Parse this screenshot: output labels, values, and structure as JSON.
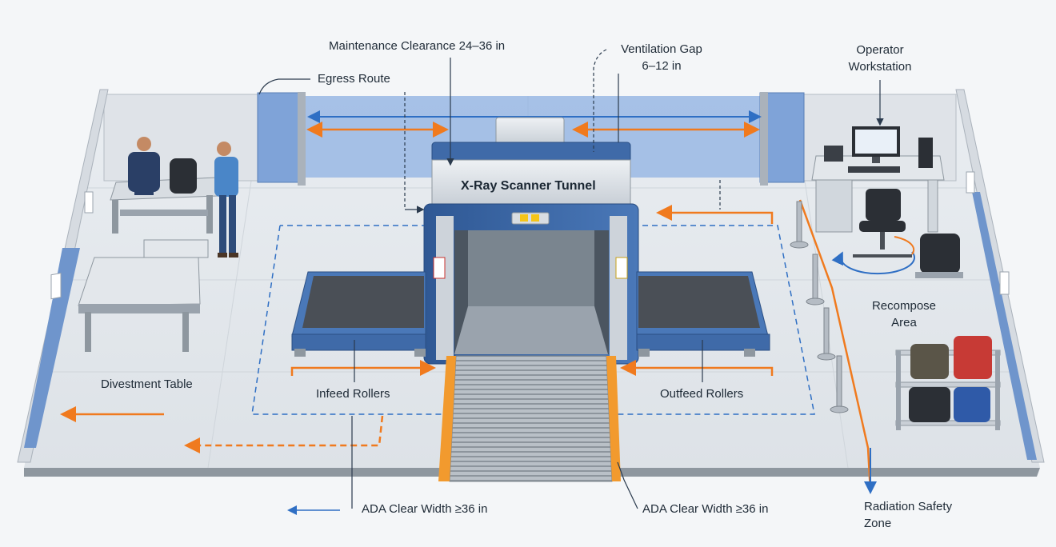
{
  "labels": {
    "maintenance_clearance": "Maintenance Clearance 24–36 in",
    "ventilation_gap_line1": "Ventilation Gap",
    "ventilation_gap_line2": "6–12 in",
    "operator_workstation_line1": "Operator",
    "operator_workstation_line2": "Workstation",
    "egress_route": "Egress Route",
    "scanner_tunnel": "X-Ray Scanner Tunnel",
    "divestment_table": "Divestment Table",
    "infeed_rollers": "Infeed Rollers",
    "outfeed_rollers": "Outfeed Rollers",
    "recompose_area_line1": "Recompose",
    "recompose_area_line2": "Area",
    "ada_width_left": "ADA Clear Width ≥36 in",
    "ada_width_right": "ADA Clear Width ≥36 in",
    "radiation_zone_line1": "Radiation Safety",
    "radiation_zone_line2": "Zone"
  },
  "colors": {
    "floor": "#e6eaee",
    "wall": "#dfe3e8",
    "wall_panel": "#5b86c6",
    "scanner_blue": "#3f6aa8",
    "scanner_silver": "#c9cfd6",
    "belt": "#4a4f56",
    "arrow_orange": "#f07a1e",
    "arrow_blue": "#2f6fc4",
    "ada_orange": "#f29a2e"
  },
  "icons": [
    "warning-sign-icon",
    "radiation-icon",
    "person-icon",
    "backpack-icon",
    "monitor-icon",
    "chair-icon",
    "luggage-icon",
    "stanchion-icon"
  ]
}
